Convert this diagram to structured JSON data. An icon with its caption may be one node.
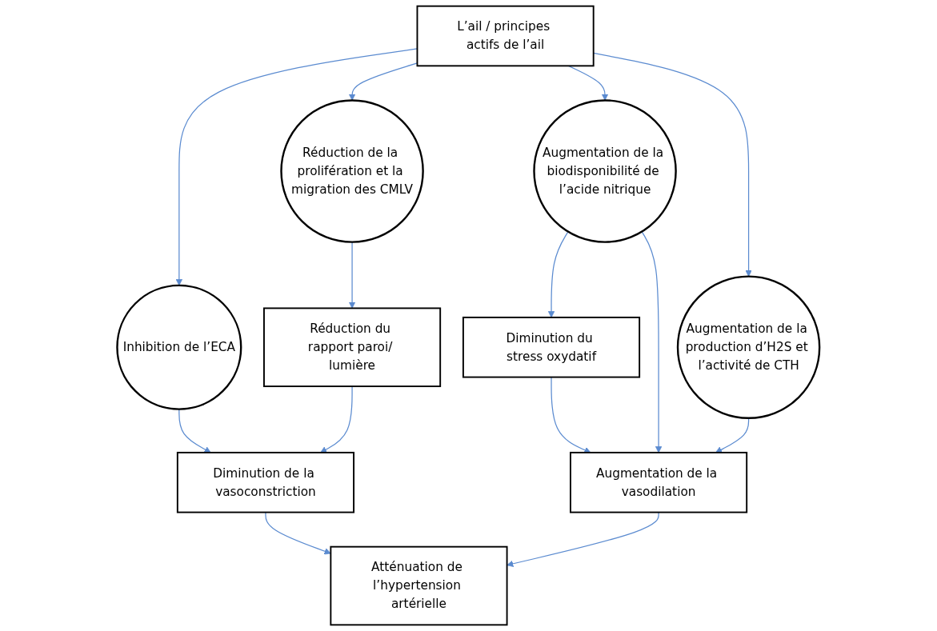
{
  "diagram": {
    "nodes": [
      {
        "text": [
          "L’ail / principes actifs de l’ail"
        ]
      },
      {
        "text": [
          "Inhibition de l’ECA"
        ]
      },
      {
        "text": [
          "Réduction de la prolifération et la migration des CMLV"
        ]
      },
      {
        "text": [
          "Augmentation de la biodisponibilité de l’acide nitrique"
        ]
      },
      {
        "text": [
          "Augmentation de la production d’H2S et l’activité de CTH"
        ]
      },
      {
        "text": [
          "Réduction du rapport paroi/ lumière"
        ]
      },
      {
        "text": [
          "Diminution du stress oxydatif"
        ]
      },
      {
        "text": [
          "Diminution de la vasoconstriction"
        ]
      },
      {
        "text": [
          "Augmentation de la vasodilation"
        ]
      },
      {
        "text": [
          "Atténuation de l’hypertension artérielle"
        ]
      }
    ],
    "edges": [
      {
        "from": 0,
        "to": 1,
        "arrow": "to"
      },
      {
        "from": 0,
        "to": 2,
        "arrow": "to"
      },
      {
        "from": 0,
        "to": 3,
        "arrow": "to"
      },
      {
        "from": 0,
        "to": 4,
        "arrow": "to"
      },
      {
        "from": 1,
        "to": 7,
        "arrow": "to"
      },
      {
        "from": 2,
        "to": 5,
        "arrow": "to"
      },
      {
        "from": 3,
        "to": 6,
        "arrow": "to"
      },
      {
        "from": 3,
        "to": 8,
        "arrow": "to"
      },
      {
        "from": 4,
        "to": 8,
        "arrow": "to"
      },
      {
        "from": 5,
        "to": 7,
        "arrow": "to"
      },
      {
        "from": 6,
        "to": 8,
        "arrow": "to"
      },
      {
        "from": 7,
        "to": 9,
        "arrow": "to"
      },
      {
        "from": 8,
        "to": 9,
        "arrow": "to"
      }
    ]
  }
}
